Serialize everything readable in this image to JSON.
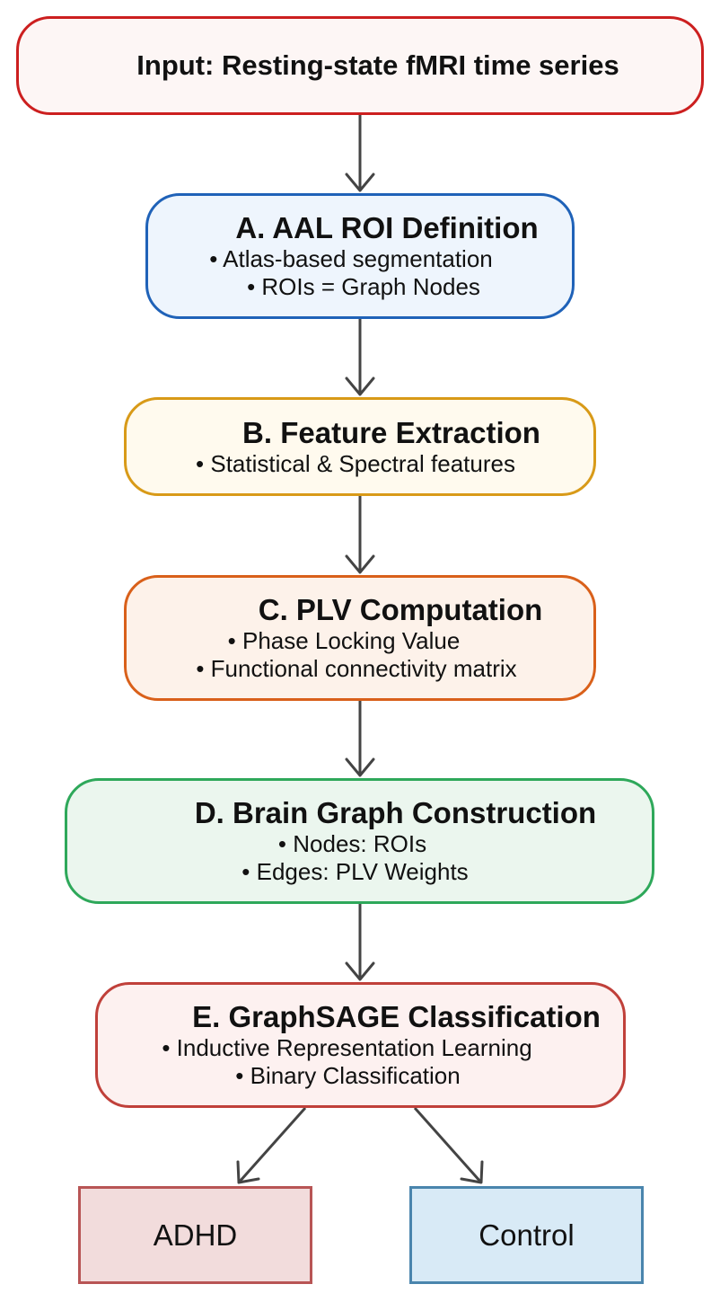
{
  "nodes": {
    "input": {
      "title": "Input: Resting-state fMRI time series"
    },
    "a": {
      "title": "A. AAL ROI Definition",
      "lines": [
        "• Atlas-based segmentation",
        "• ROIs = Graph Nodes"
      ]
    },
    "b": {
      "title": "B. Feature Extraction",
      "lines": [
        "• Statistical & Spectral features"
      ]
    },
    "c": {
      "title": "C. PLV Computation",
      "lines": [
        "• Phase Locking Value",
        "• Functional connectivity matrix"
      ]
    },
    "d": {
      "title": "D. Brain Graph Construction",
      "lines": [
        "• Nodes: ROIs",
        "• Edges: PLV Weights"
      ]
    },
    "e": {
      "title": "E. GraphSAGE Classification",
      "lines": [
        "• Inductive Representation Learning",
        "• Binary Classification"
      ]
    }
  },
  "outputs": {
    "adhd": {
      "label": "ADHD"
    },
    "control": {
      "label": "Control"
    }
  },
  "colors": {
    "arrow": "#444444",
    "input_border": "#cc1f1f",
    "a_border": "#1f62b8",
    "b_border": "#d89a18",
    "c_border": "#d9601a",
    "d_border": "#2ea85a",
    "e_border": "#c0403a",
    "adhd_border": "#b85555",
    "control_border": "#4a85ad"
  }
}
